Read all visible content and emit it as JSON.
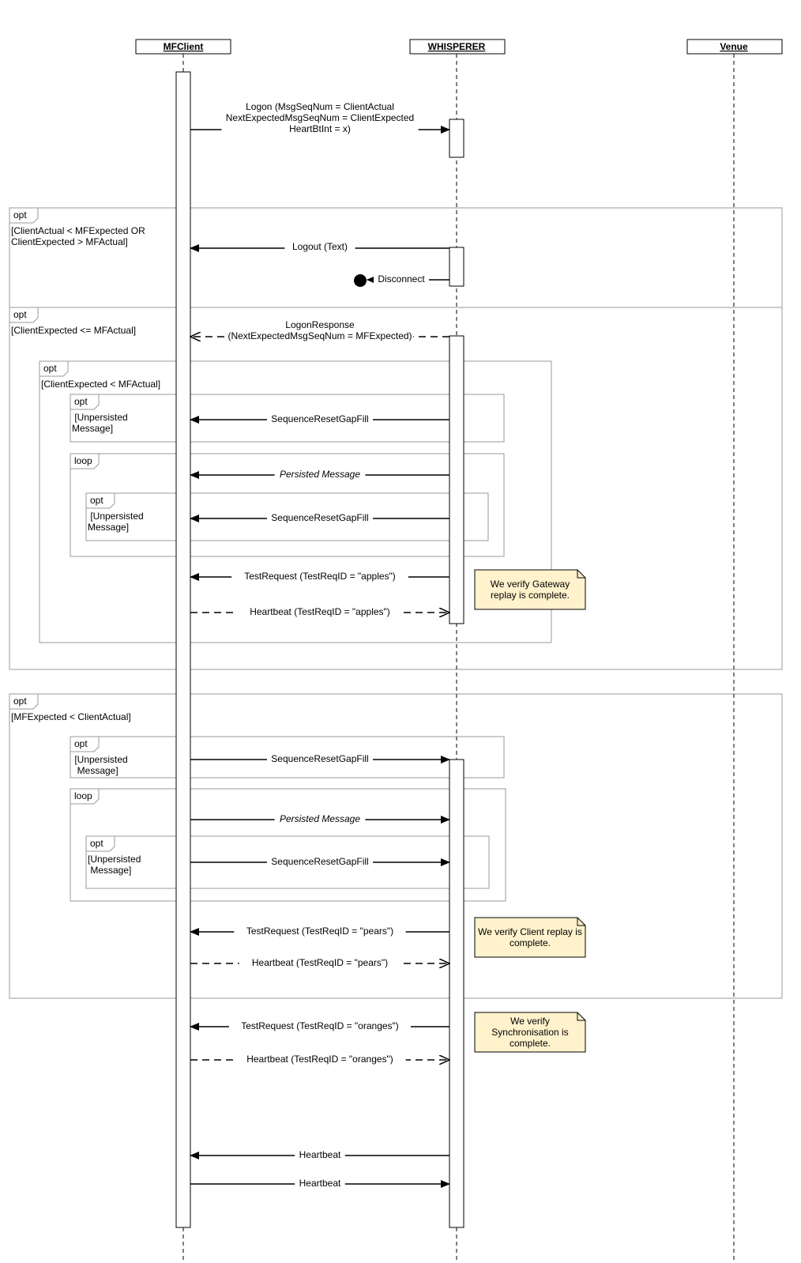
{
  "participants": [
    {
      "id": "client",
      "label": "MFClient"
    },
    {
      "id": "whisperer",
      "label": "WHISPERER"
    },
    {
      "id": "venue",
      "label": "Venue"
    }
  ],
  "frames": [
    {
      "operator": "opt",
      "guard": [
        "[ClientActual < MFExpected OR",
        "ClientExpected > MFActual]"
      ]
    },
    {
      "operator": "opt",
      "guard": [
        "[ClientExpected <= MFActual]"
      ]
    },
    {
      "operator": "opt",
      "guard": [
        "[ClientExpected < MFActual]"
      ]
    },
    {
      "operator": "opt",
      "guard": [
        " [Unpersisted",
        "Message]"
      ]
    },
    {
      "operator": "loop",
      "guard": []
    },
    {
      "operator": "opt",
      "guard": [
        " [Unpersisted",
        "Message]"
      ]
    },
    {
      "operator": "opt",
      "guard": [
        "[MFExpected < ClientActual]"
      ]
    },
    {
      "operator": "opt",
      "guard": [
        " [Unpersisted",
        "  Message]"
      ]
    },
    {
      "operator": "loop",
      "guard": []
    },
    {
      "operator": "opt",
      "guard": [
        "[Unpersisted",
        " Message]"
      ]
    }
  ],
  "messages": [
    {
      "label": [
        "Logon (MsgSeqNum = ClientActual",
        "NextExpectedMsgSeqNum = ClientExpected",
        "HeartBtInt = x)"
      ],
      "from": "client",
      "to": "whisperer",
      "style": "sync"
    },
    {
      "label": [
        "Logout (Text)"
      ],
      "from": "whisperer",
      "to": "client",
      "style": "sync"
    },
    {
      "label": [
        "Disconnect"
      ],
      "from": "whisperer",
      "to": "terminate",
      "style": "thin"
    },
    {
      "label": [
        "LogonResponse",
        "(NextExpectedMsgSeqNum = MFExpected)"
      ],
      "from": "whisperer",
      "to": "client",
      "style": "reply"
    },
    {
      "label": [
        "SequenceResetGapFill"
      ],
      "from": "whisperer",
      "to": "client",
      "style": "sync"
    },
    {
      "label": [
        "Persisted Message"
      ],
      "from": "whisperer",
      "to": "client",
      "style": "sync",
      "italic": true
    },
    {
      "label": [
        "SequenceResetGapFill"
      ],
      "from": "whisperer",
      "to": "client",
      "style": "sync"
    },
    {
      "label": [
        "TestRequest (TestReqID = \"apples\")"
      ],
      "from": "whisperer",
      "to": "client",
      "style": "sync"
    },
    {
      "label": [
        "Heartbeat (TestReqID = \"apples\")"
      ],
      "from": "client",
      "to": "whisperer",
      "style": "reply"
    },
    {
      "label": [
        "SequenceResetGapFill"
      ],
      "from": "client",
      "to": "whisperer",
      "style": "sync"
    },
    {
      "label": [
        "Persisted Message"
      ],
      "from": "client",
      "to": "whisperer",
      "style": "sync",
      "italic": true
    },
    {
      "label": [
        "SequenceResetGapFill"
      ],
      "from": "client",
      "to": "whisperer",
      "style": "sync"
    },
    {
      "label": [
        "TestRequest (TestReqID = \"pears\")"
      ],
      "from": "whisperer",
      "to": "client",
      "style": "sync"
    },
    {
      "label": [
        "Heartbeat (TestReqID = \"pears\")"
      ],
      "from": "client",
      "to": "whisperer",
      "style": "reply"
    },
    {
      "label": [
        "TestRequest (TestReqID = \"oranges\")"
      ],
      "from": "whisperer",
      "to": "client",
      "style": "sync"
    },
    {
      "label": [
        "Heartbeat (TestReqID = \"oranges\")"
      ],
      "from": "client",
      "to": "whisperer",
      "style": "reply"
    },
    {
      "label": [
        "Heartbeat"
      ],
      "from": "whisperer",
      "to": "client",
      "style": "sync"
    },
    {
      "label": [
        "Heartbeat"
      ],
      "from": "client",
      "to": "whisperer",
      "style": "sync"
    }
  ],
  "notes": [
    {
      "text": [
        "We verify Gateway",
        "replay is complete."
      ]
    },
    {
      "text": [
        "We verify Client replay is",
        "complete."
      ]
    },
    {
      "text": [
        "We verify",
        "Synchronisation is",
        "complete."
      ]
    }
  ],
  "colors": {
    "note_fill": "#fff2cc",
    "frame_stroke": "#9a9a9a",
    "line": "#000000"
  }
}
